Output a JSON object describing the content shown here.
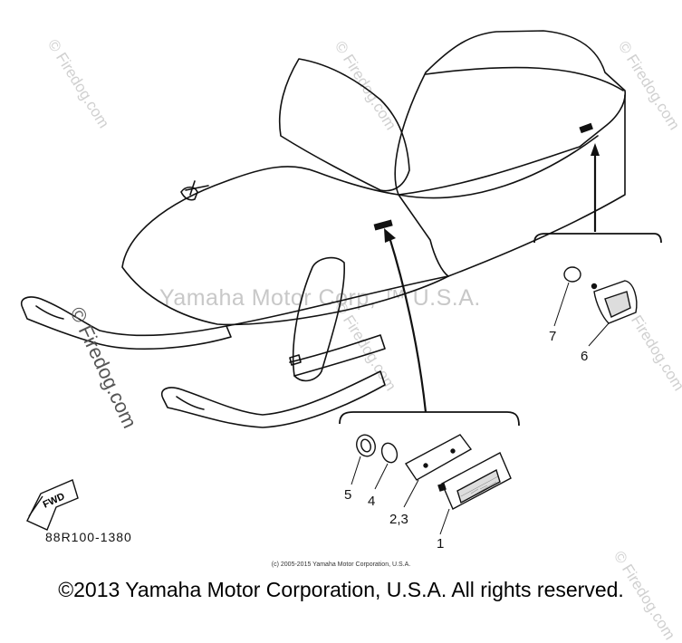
{
  "diagram": {
    "watermarks": {
      "main": "Yamaha Motor Corp, ™ U.S.A.",
      "firedog": "© Firedog.com",
      "firedog_big": "© Firedog.com"
    },
    "callouts": {
      "c1": "1",
      "c23": "2,3",
      "c4": "4",
      "c5": "5",
      "c6": "6",
      "c7": "7"
    },
    "fwd_label": "FWD",
    "part_number": "88R100-1380",
    "small_copyright": "(c) 2005-2015 Yamaha Motor Corporation, U.S.A.",
    "big_copyright": "©2013 Yamaha Motor Corporation, U.S.A. All rights reserved."
  }
}
